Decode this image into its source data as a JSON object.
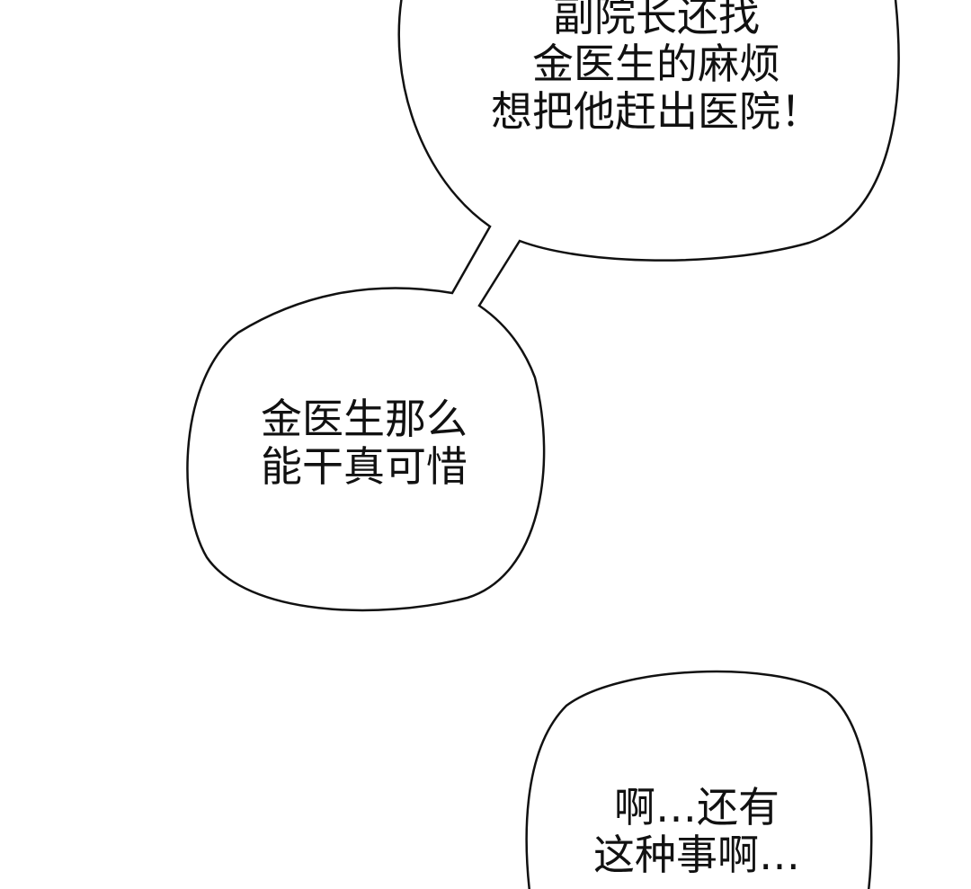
{
  "bubbles": [
    {
      "lines": [
        "副院长还找",
        "金医生的麻烦",
        "想把他赶出医院！"
      ]
    },
    {
      "lines": [
        "金医生那么",
        "能干真可惜"
      ]
    },
    {
      "lines": [
        "啊…还有",
        "这种事啊…"
      ]
    }
  ],
  "colors": {
    "ink": "#111111",
    "paper": "#ffffff"
  }
}
